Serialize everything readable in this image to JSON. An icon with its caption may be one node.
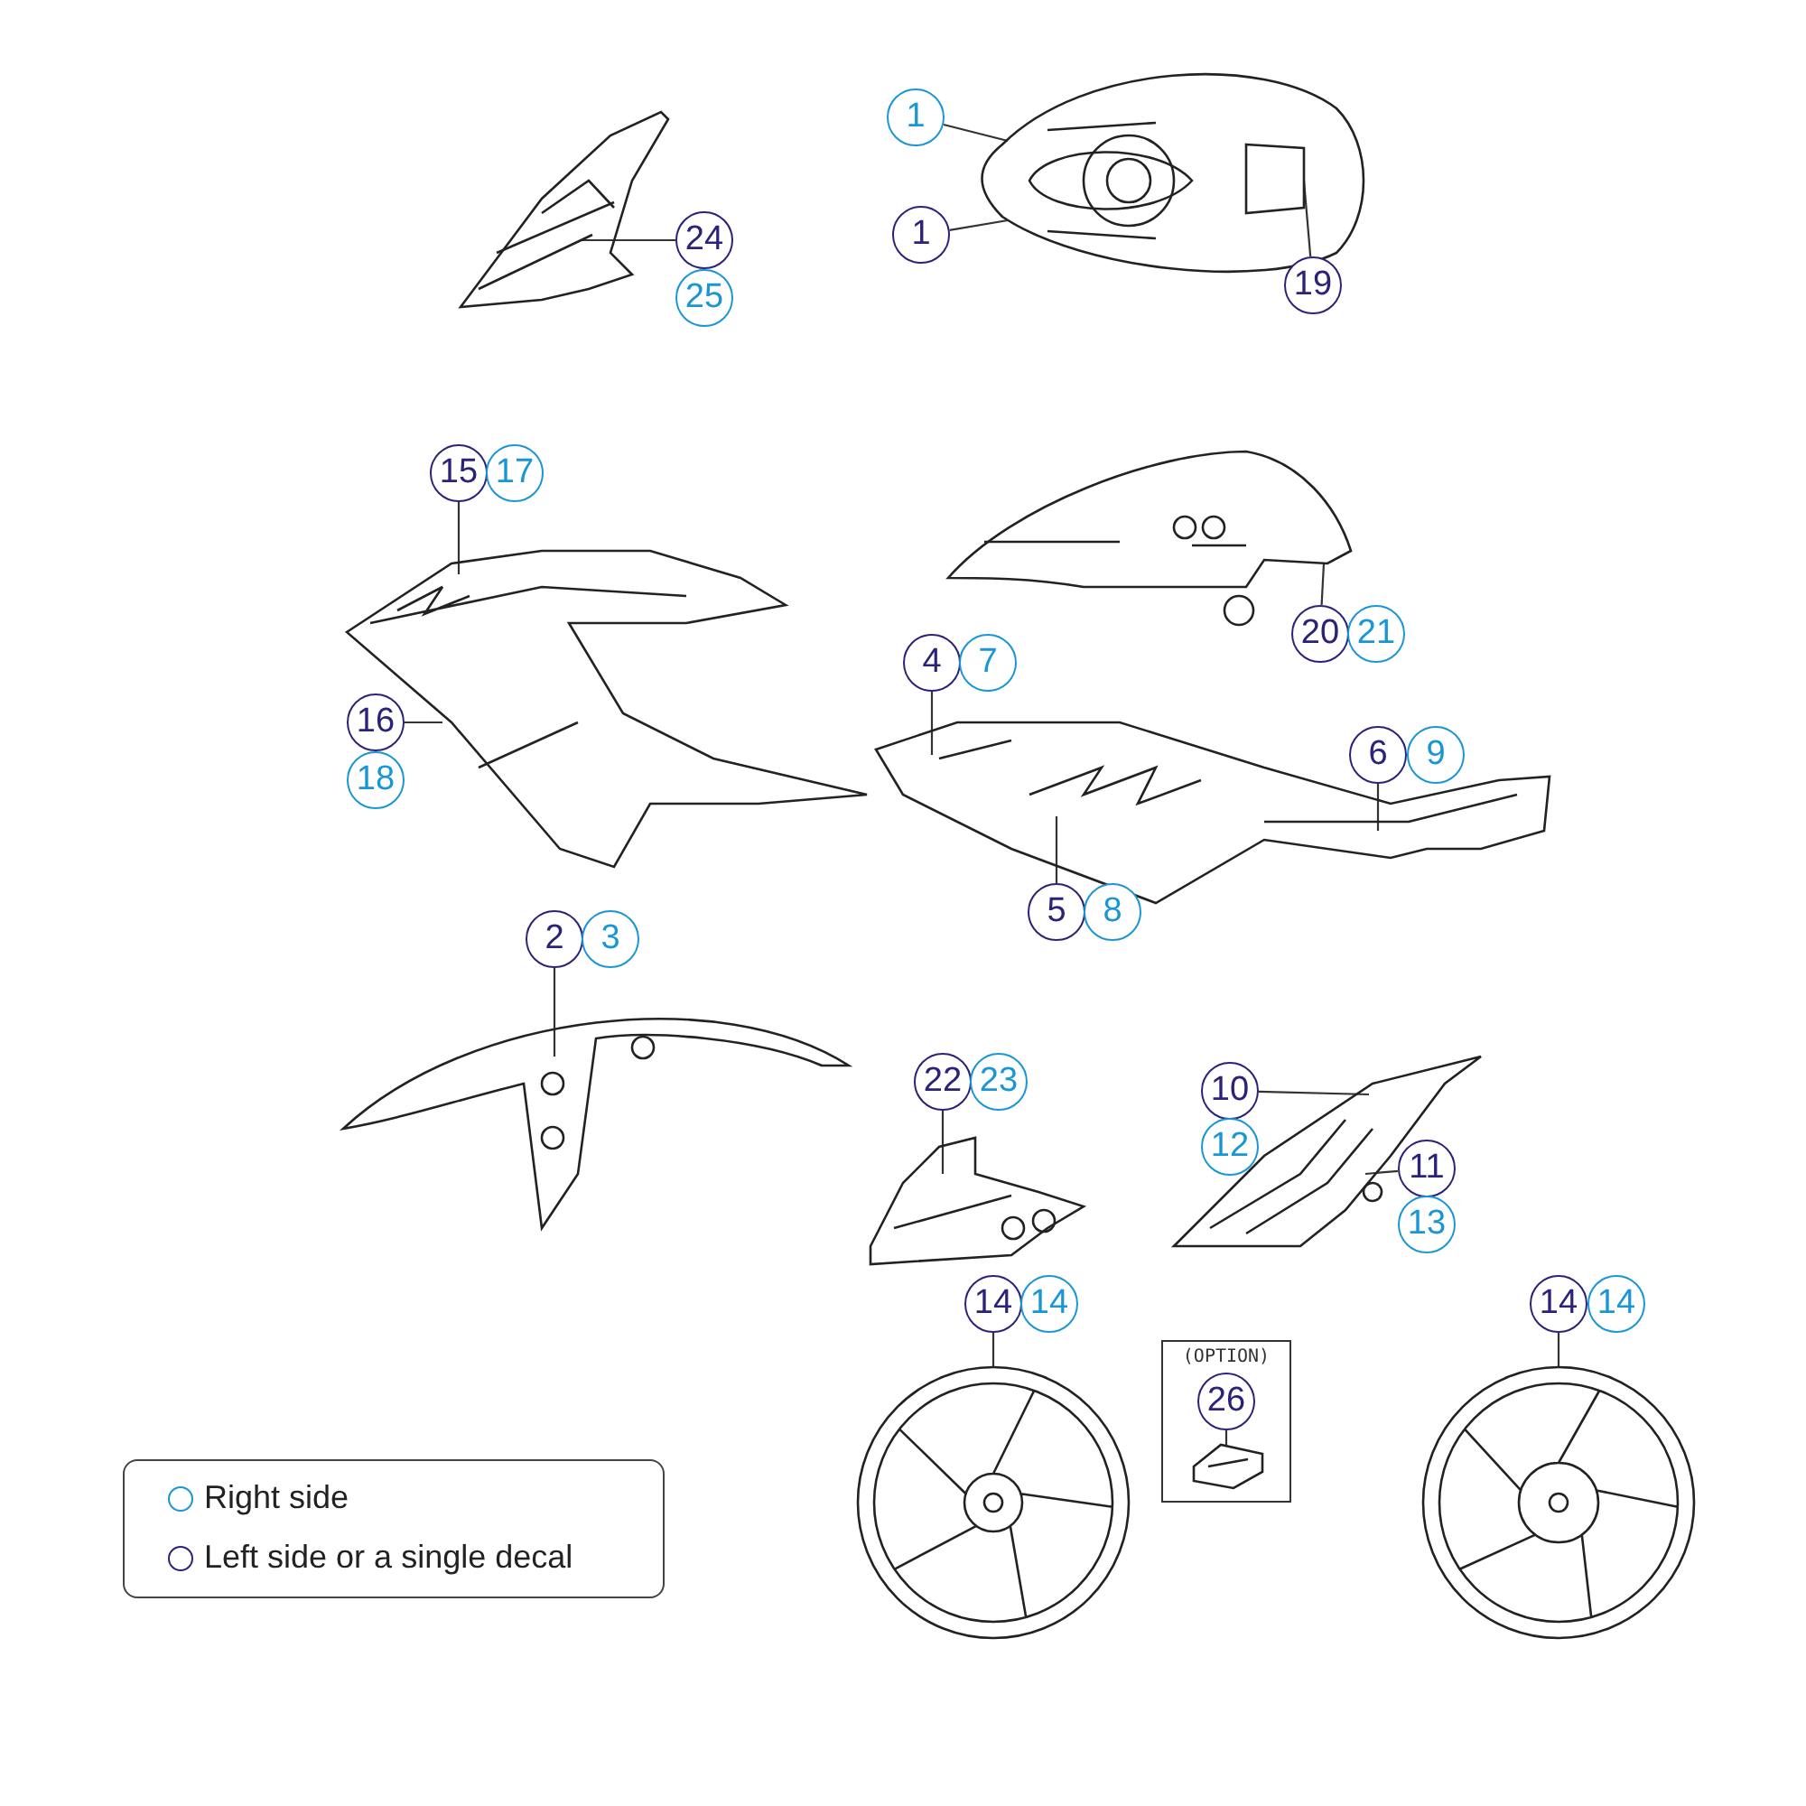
{
  "diagram": {
    "nodes": [
      {
        "text": [],
        "shape": "picture"
      },
      {
        "text": [
          "24"
        ]
      },
      {
        "text": [
          "25"
        ]
      },
      {
        "text": [],
        "shape": "picture"
      },
      {
        "text": [
          "1"
        ]
      },
      {
        "text": [
          "1"
        ]
      },
      {
        "text": [
          "19"
        ]
      },
      {
        "text": [],
        "shape": "picture"
      },
      {
        "text": [
          "15"
        ]
      },
      {
        "text": [
          "17"
        ]
      },
      {
        "text": [
          "16"
        ]
      },
      {
        "text": [
          "18"
        ]
      },
      {
        "text": [],
        "shape": "picture"
      },
      {
        "text": [
          "20"
        ]
      },
      {
        "text": [
          "21"
        ]
      },
      {
        "text": [],
        "shape": "picture"
      },
      {
        "text": [
          "4"
        ]
      },
      {
        "text": [
          "7"
        ]
      },
      {
        "text": [
          "6"
        ]
      },
      {
        "text": [
          "9"
        ]
      },
      {
        "text": [
          "5"
        ]
      },
      {
        "text": [
          "8"
        ]
      },
      {
        "text": [],
        "shape": "picture"
      },
      {
        "text": [
          "2"
        ]
      },
      {
        "text": [
          "3"
        ]
      },
      {
        "text": [],
        "shape": "picture"
      },
      {
        "text": [
          "22"
        ]
      },
      {
        "text": [
          "23"
        ]
      },
      {
        "text": [],
        "shape": "picture"
      },
      {
        "text": [
          "10"
        ]
      },
      {
        "text": [
          "12"
        ]
      },
      {
        "text": [
          "11"
        ]
      },
      {
        "text": [
          "13"
        ]
      },
      {
        "text": [
          "(OPTION)"
        ]
      },
      {
        "text": [
          "26"
        ],
        "in": 33
      },
      {
        "text": [],
        "shape": "picture",
        "in": 33
      },
      {
        "text": [],
        "shape": "picture"
      },
      {
        "text": [
          "14"
        ]
      },
      {
        "text": [
          "14"
        ]
      },
      {
        "text": [],
        "shape": "picture"
      },
      {
        "text": [
          "14"
        ]
      },
      {
        "text": [
          "14"
        ]
      }
    ],
    "edges": [
      {
        "from": 1,
        "to": 0,
        "arrow": "none"
      },
      {
        "from": 4,
        "to": 3,
        "arrow": "none"
      },
      {
        "from": 5,
        "to": 3,
        "arrow": "none"
      },
      {
        "from": 6,
        "to": 3,
        "arrow": "none"
      },
      {
        "from": 8,
        "to": 7,
        "arrow": "none"
      },
      {
        "from": 10,
        "to": 7,
        "arrow": "none"
      },
      {
        "from": 13,
        "to": 12,
        "arrow": "none"
      },
      {
        "from": 16,
        "to": 15,
        "arrow": "none"
      },
      {
        "from": 18,
        "to": 15,
        "arrow": "none"
      },
      {
        "from": 20,
        "to": 15,
        "arrow": "none"
      },
      {
        "from": 23,
        "to": 22,
        "arrow": "none"
      },
      {
        "from": 26,
        "to": 25,
        "arrow": "none"
      },
      {
        "from": 29,
        "to": 28,
        "arrow": "none"
      },
      {
        "from": 31,
        "to": 28,
        "arrow": "none"
      },
      {
        "from": 34,
        "to": 35,
        "arrow": "none"
      },
      {
        "from": 37,
        "to": 36,
        "arrow": "none"
      },
      {
        "from": 40,
        "to": 39,
        "arrow": "none"
      }
    ],
    "legend": [
      {
        "text": "Right side"
      },
      {
        "text": "Left side or a single decal"
      }
    ]
  }
}
